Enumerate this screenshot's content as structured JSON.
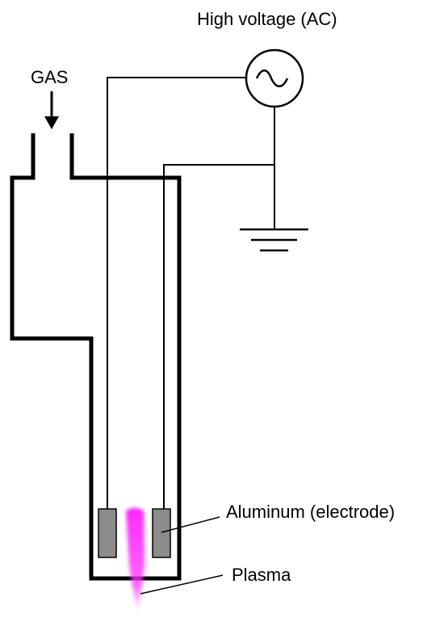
{
  "labels": {
    "high_voltage": "High voltage (AC)",
    "gas": "GAS",
    "aluminum": "Aluminum (electrode)",
    "plasma": "Plasma"
  },
  "colors": {
    "line": "#000000",
    "electrode_fill": "#8c8c8c",
    "plasma": "#ff00ff"
  },
  "icons": {
    "ac_source": "ac-sine-icon",
    "ground": "ground-symbol-icon",
    "gas_arrow": "arrow-down-icon"
  }
}
